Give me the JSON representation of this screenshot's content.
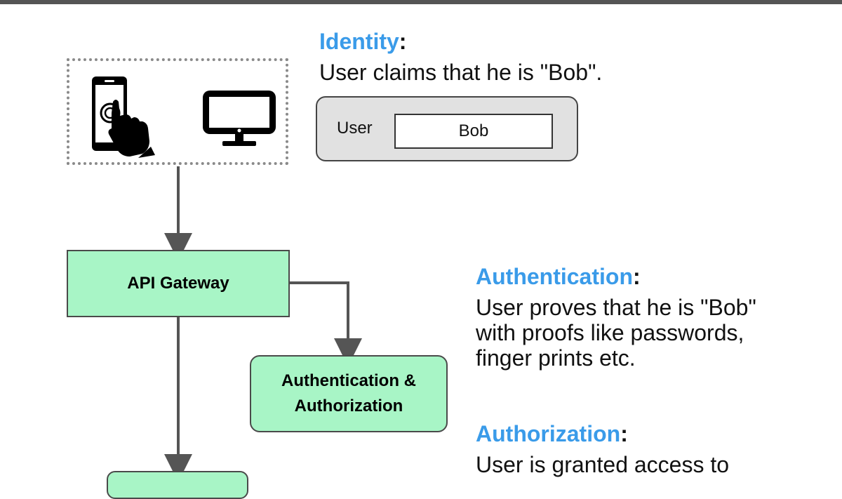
{
  "identity": {
    "heading": "Identity",
    "colon": ":",
    "description": "User claims that he is \"Bob\".",
    "field_label": "User",
    "field_value": "Bob"
  },
  "authentication": {
    "heading": "Authentication",
    "colon": ":",
    "lines": [
      "User proves that he is \"Bob\"",
      "with proofs like passwords,",
      "finger prints etc."
    ]
  },
  "authorization": {
    "heading": "Authorization",
    "colon": ":",
    "lines": [
      "User is granted access to"
    ]
  },
  "nodes": {
    "gateway": "API Gateway",
    "auth_line1": "Authentication &",
    "auth_line2": "Authorization"
  },
  "icons": [
    "smartphone-touch-icon",
    "monitor-icon"
  ],
  "colors": {
    "heading": "#3a9be9",
    "node_fill": "#a8f5c6",
    "panel_fill": "#e1e1e1",
    "topbar": "#555555"
  }
}
